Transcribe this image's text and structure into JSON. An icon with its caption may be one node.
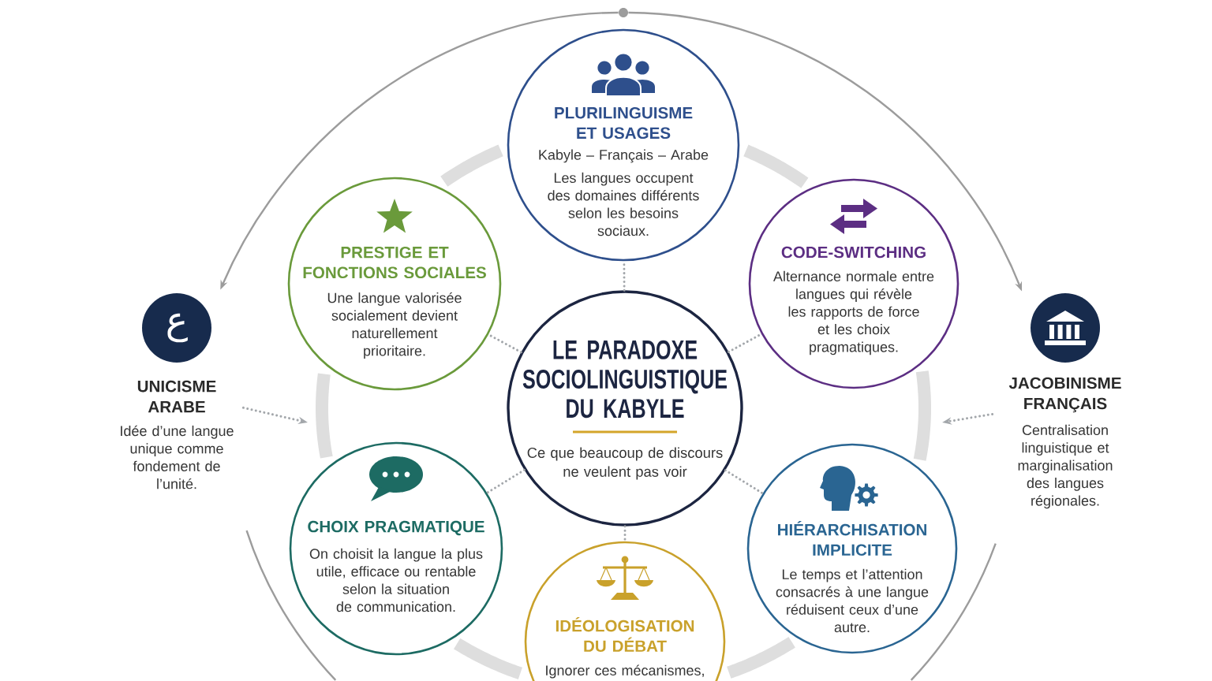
{
  "diagram": {
    "nodes": [
      {
        "text": [
          "PLURILINGUISME ET USAGES",
          "Kabyle – Français – Arabe",
          "Les langues occupent des domaines différents selon les besoins sociaux."
        ]
      },
      {
        "text": [
          "PRESTIGE ET FONCTIONS SOCIALES",
          "Une langue valorisée socialement devient naturellement prioritaire."
        ]
      },
      {
        "text": [
          "CODE-SWITCHING",
          "Alternance normale entre langues qui révèle les rapports de force et les choix pragmatiques."
        ]
      },
      {
        "text": [
          "ع",
          "UNICISME ARABE",
          "Idée d’une langue unique comme fondement de l’unité."
        ]
      },
      {
        "text": [
          "LE PARADOXE SOCIOLINGUISTIQUE DU KABYLE",
          "Ce que beaucoup de discours ne veulent pas voir"
        ]
      },
      {
        "text": [
          "JACOBINISME FRANÇAIS",
          "Centralisation linguistique et marginalisation des langues régionales."
        ]
      },
      {
        "text": [
          "CHOIX PRAGMATIQUE",
          "On choisit la langue la plus utile, efficace ou rentable selon la situation de communication."
        ]
      },
      {
        "text": [
          "HIÉRARCHISATION IMPLICITE",
          "Le temps et l’attention consacrés à une langue réduisent ceux d’une autre."
        ]
      },
      {
        "text": [
          "IDÉOLOGISATION DU DÉBAT",
          "Ignorer ces mécanismes,"
        ]
      },
      {
        "text": [],
        "shape": "circle"
      }
    ],
    "edges": [
      {
        "from": 4,
        "to": 0,
        "arrow": "none",
        "style": "dashed"
      },
      {
        "from": 4,
        "to": 1,
        "arrow": "none",
        "style": "dashed"
      },
      {
        "from": 4,
        "to": 2,
        "arrow": "none",
        "style": "dashed"
      },
      {
        "from": 4,
        "to": 6,
        "arrow": "none",
        "style": "dashed"
      },
      {
        "from": 4,
        "to": 7,
        "arrow": "none",
        "style": "dashed"
      },
      {
        "from": 4,
        "to": 8,
        "arrow": "none",
        "style": "dashed"
      },
      {
        "from": 3,
        "to": null,
        "arrow": "to",
        "style": "dashed"
      },
      {
        "from": 5,
        "to": null,
        "arrow": "to",
        "style": "dashed"
      },
      {
        "from": 9,
        "to": 3,
        "arrow": "to"
      },
      {
        "from": 9,
        "to": 5,
        "arrow": "to"
      }
    ]
  }
}
